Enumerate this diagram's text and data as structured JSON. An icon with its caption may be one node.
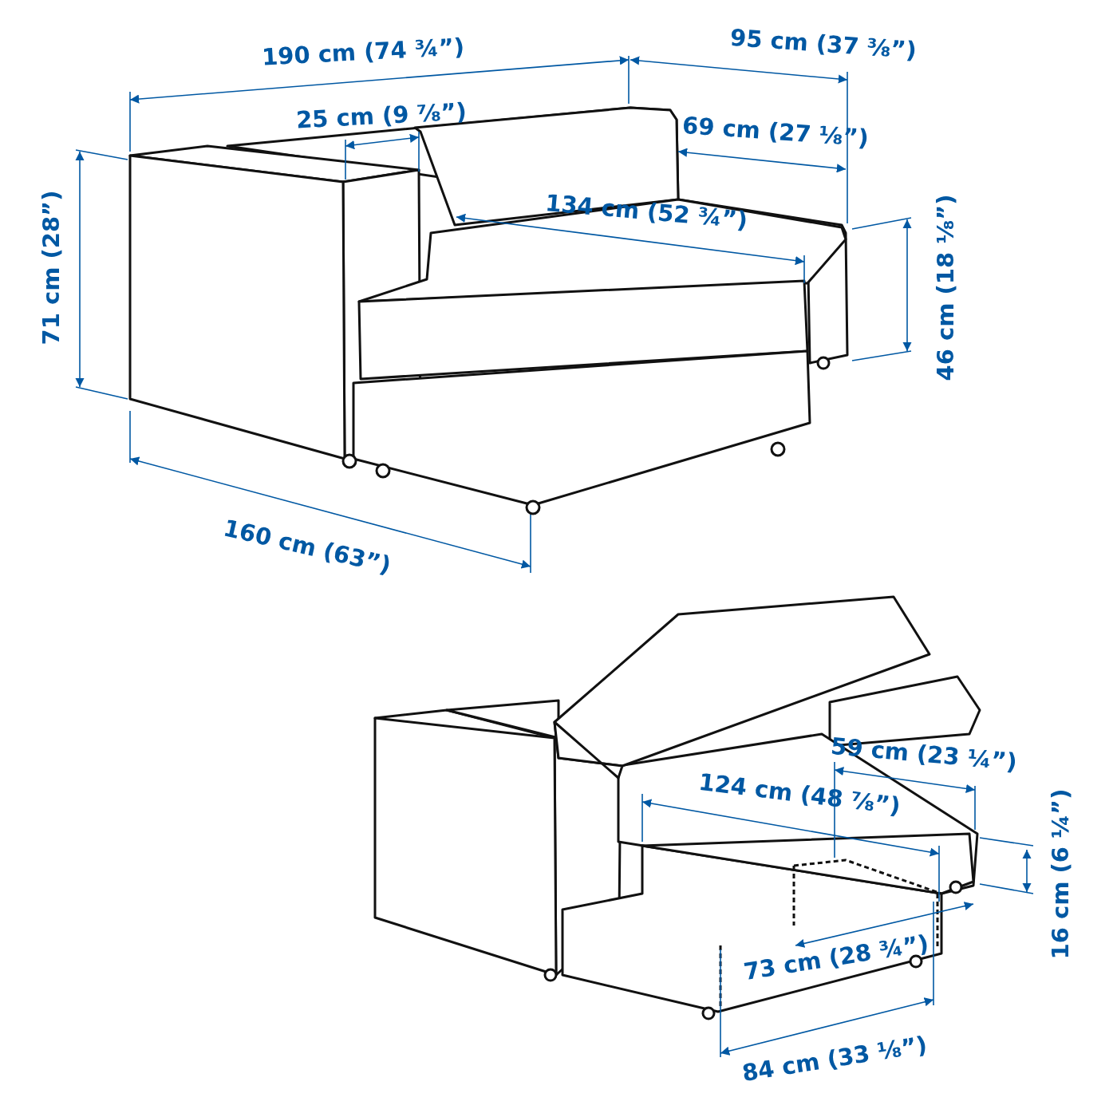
{
  "diagram": {
    "labels": [
      "190 cm (74 ¾”)",
      "95 cm (37 ⅜”)",
      "25 cm (9 ⅞”)",
      "69 cm (27 ⅛”)",
      "71 cm (28”)",
      "134 cm (52 ¾”)",
      "46 cm (18 ⅛”)",
      "160 cm (63”)",
      "59 cm (23 ¼”)",
      "124 cm (48 ⅞”)",
      "16 cm (6 ¼”)",
      "73 cm (28 ¾”)",
      "84 cm (33 ⅛”)"
    ]
  }
}
